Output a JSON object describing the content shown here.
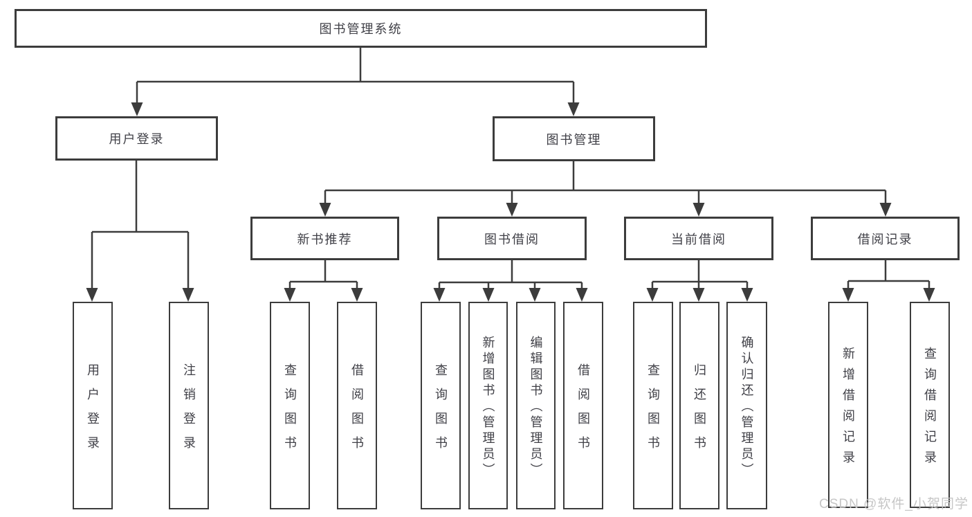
{
  "colors": {
    "line": "#3c3c3c",
    "text": "#404047",
    "background": "#ffffff",
    "watermark": "#c3c3c3"
  },
  "watermark": {
    "text": "CSDN @软件_小贺同学"
  },
  "tree": {
    "label": "图书管理系统",
    "children": [
      {
        "label": "用户登录",
        "children": [
          {
            "label": "用户登录"
          },
          {
            "label": "注销登录"
          }
        ]
      },
      {
        "label": "图书管理",
        "children": [
          {
            "label": "新书推荐",
            "children": [
              {
                "label": "查询图书"
              },
              {
                "label": "借阅图书"
              }
            ]
          },
          {
            "label": "图书借阅",
            "children": [
              {
                "label": "查询图书"
              },
              {
                "label": "新增图书（管理员）"
              },
              {
                "label": "编辑图书（管理员）"
              },
              {
                "label": "借阅图书"
              }
            ]
          },
          {
            "label": "当前借阅",
            "children": [
              {
                "label": "查询图书"
              },
              {
                "label": "归还图书"
              },
              {
                "label": "确认归还（管理员）"
              }
            ]
          },
          {
            "label": "借阅记录",
            "children": [
              {
                "label": "新增借阅记录"
              },
              {
                "label": "查询借阅记录"
              }
            ]
          }
        ]
      }
    ]
  }
}
